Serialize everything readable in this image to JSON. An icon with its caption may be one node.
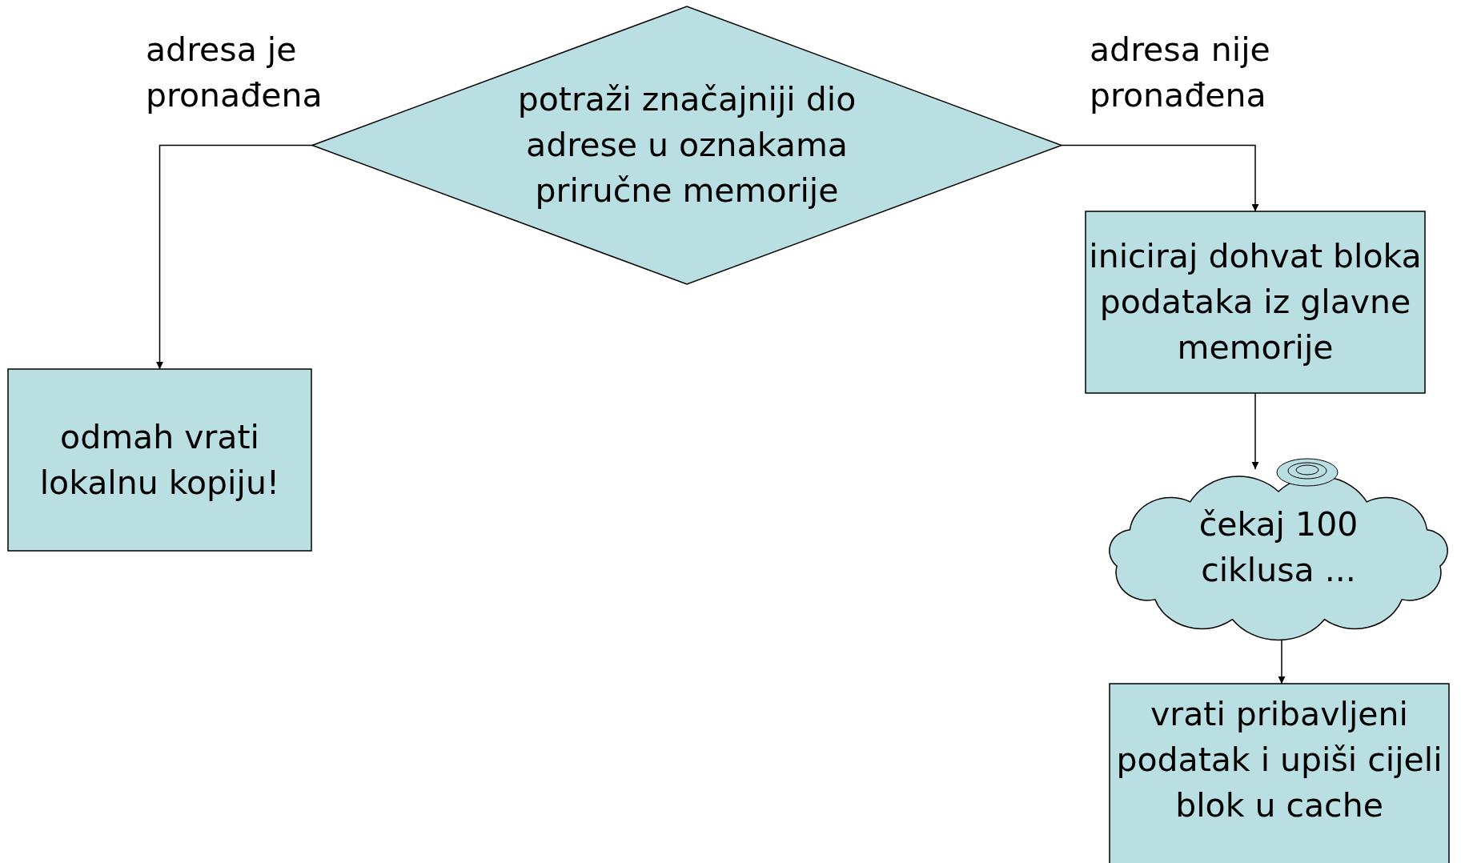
{
  "diagram": {
    "nodes": [
      {
        "text": [
          "potraži značajniji dio adrese u oznakama priručne memorije"
        ]
      },
      {
        "text": [
          "odmah vrati lokalnu kopiju!"
        ]
      },
      {
        "text": [
          "iniciraj dohvat bloka podataka iz glavne memorije"
        ]
      },
      {
        "text": [
          "čekaj 100 ciklusa ..."
        ]
      },
      {
        "text": [
          "vrati pribavljeni podatak i upiši cijeli blok u cache"
        ]
      }
    ],
    "edges": [
      {
        "from": 0,
        "to": 1,
        "arrow": "to",
        "label": "adresa je pronađena"
      },
      {
        "from": 0,
        "to": 2,
        "arrow": "to",
        "label": "adresa nije pronađena"
      },
      {
        "from": 2,
        "to": 3,
        "arrow": "to"
      },
      {
        "from": 3,
        "to": 4,
        "arrow": "to"
      }
    ]
  }
}
